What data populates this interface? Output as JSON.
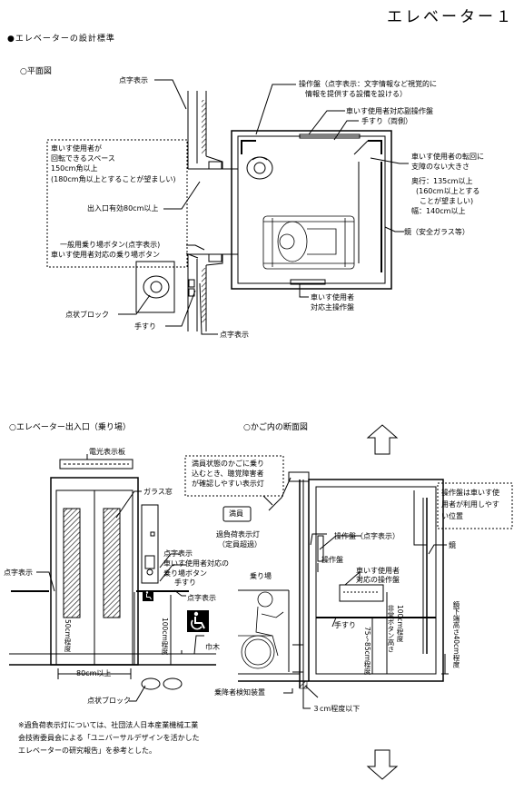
{
  "header": {
    "page_title": "エレベーター１",
    "section_title": "●エレベーターの設計標準"
  },
  "plan": {
    "heading": "○平面図",
    "labels": {
      "tactile_text_top": "点字表示",
      "control_panel": "操作盤（点字表示：文字情報など視覚的に",
      "control_panel_2": "情報を提供する設備を設ける）",
      "sub_panel": "車いす使用者対応副操作盤",
      "handrail_both": "手すり（両側）",
      "turn_space_1": "車いす使用者が",
      "turn_space_2": "回転できるスペース",
      "turn_space_3": "150cm角以上",
      "turn_space_4": "(180cm角以上とすることが望ましい)",
      "cage_size_1": "車いす使用者の転回に",
      "cage_size_2": "支障のない大きさ",
      "cage_size_3": "奥行：135cm以上",
      "cage_size_4": "(160cm以上とする",
      "cage_size_5": "ことが望ましい)",
      "cage_size_6": "幅：140cm以上",
      "entrance_width": "出入口有効80cm以上",
      "call_button_1": "一般用乗り場ボタン(点字表示)",
      "call_button_2": "車いす使用者対応の乗り場ボタン",
      "mirror": "鏡（安全ガラス等）",
      "wheelchair_panel_1": "車いす使用者",
      "wheelchair_panel_2": "対応主操作盤",
      "tactile_block": "点状ブロック",
      "handrail": "手すり",
      "tactile_text_bottom": "点字表示"
    }
  },
  "hall": {
    "heading": "○エレベーター出入口（乗り場）",
    "labels": {
      "indicator": "電光表示板",
      "glass_window": "ガラス窓",
      "tactile_text_left": "点字表示",
      "tactile_text_1": "点字表示",
      "wc_button_1": "車いす使用者対応の",
      "wc_button_2": "乗り場ボタン",
      "handrail": "手すり",
      "tactile_text_2": "点字表示",
      "baseboard": "巾木",
      "height_50": "50cm程度",
      "height_100": "100cm程度",
      "width_80": "80cm以上",
      "tactile_block": "点状ブロック"
    }
  },
  "section": {
    "heading": "○かご内の断面図",
    "labels": {
      "full_indicator_1": "満員状態のかごに乗り",
      "full_indicator_2": "込むとき、聴覚障害者",
      "full_indicator_3": "が確認しやすい表示灯",
      "full_sign": "満員",
      "overload_1": "過負荷表示灯",
      "overload_2": "（定員超過）",
      "control_panel_tactile": "操作盤（点字表示）",
      "control_panel": "操作盤",
      "hall_label": "乗り場",
      "wc_panel_1": "車いす使用者",
      "wc_panel_2": "対応の操作盤",
      "handrail": "手すり",
      "height_75_85": "75～85cm程度",
      "emergency_1": "非常ボタン高さ",
      "emergency_2": "100cm程度",
      "mirror": "鏡",
      "mirror_height": "鏡下端高さ40cm程度",
      "position_1": "操作盤は車いす使",
      "position_2": "用者が利用しやす",
      "position_3": "い位置",
      "detector": "乗降者検知装置",
      "gap": "３cm程度以下"
    }
  },
  "footnote": {
    "line1": "※過負荷表示灯については、社団法人日本産業機械工業",
    "line2": "会技術委員会による「ユニバーサルデザインを活かした",
    "line3": "エレベーターの研究報告」を参考とした。"
  },
  "icons": [
    "wheelchair-icon",
    "up-arrow-icon",
    "down-arrow-icon",
    "tactile-block-icon",
    "wheelchair-user-figure"
  ]
}
